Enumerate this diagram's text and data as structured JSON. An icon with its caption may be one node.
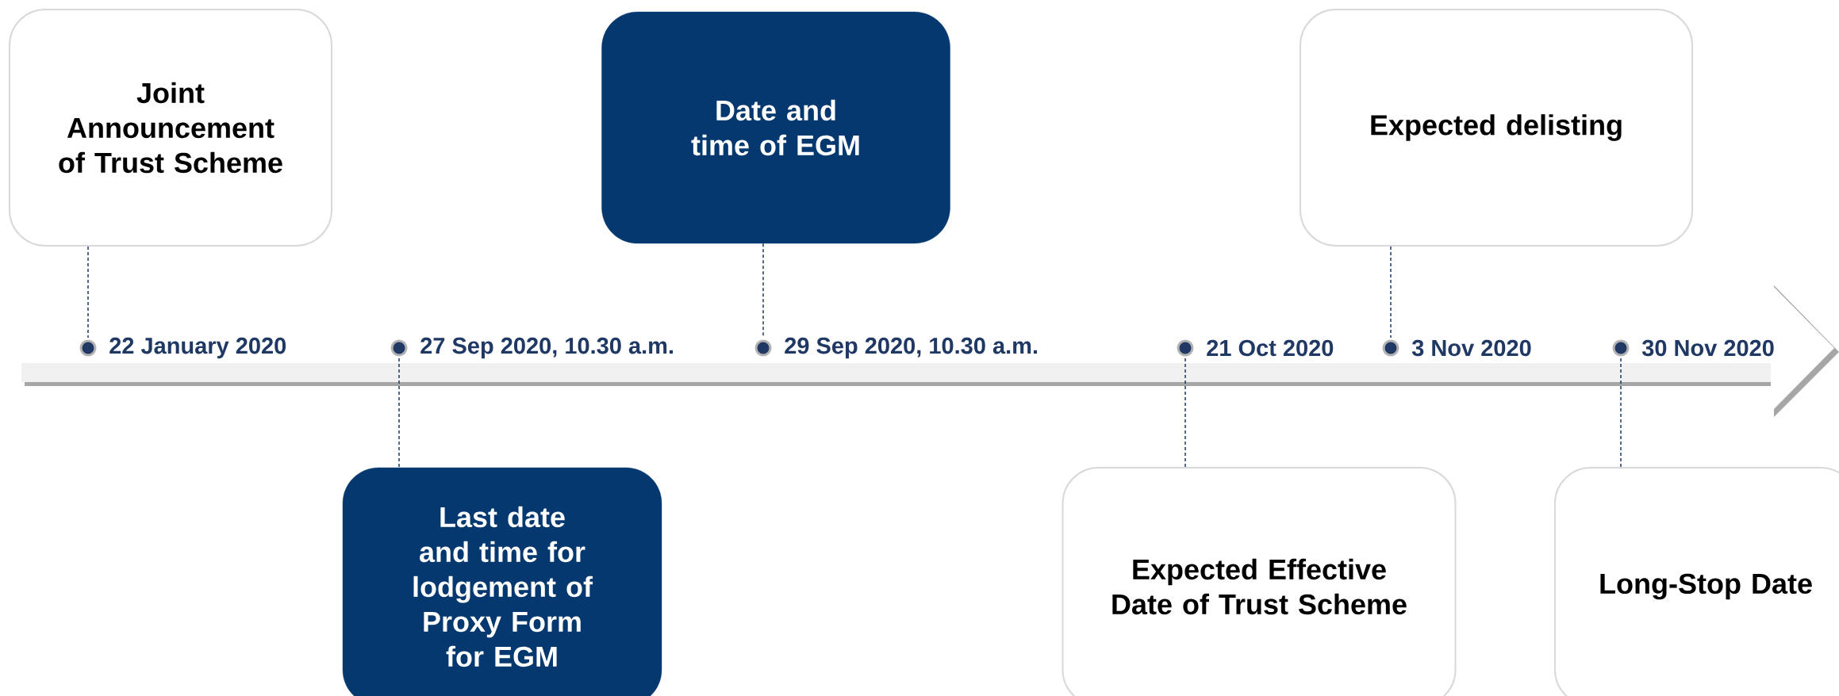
{
  "diagram": {
    "nodes": [
      {
        "text": [
          "Joint Announcement of Trust Scheme"
        ]
      },
      {
        "text": [
          "Date and time of EGM"
        ]
      },
      {
        "text": [
          "Expected delisting"
        ]
      },
      {
        "text": [
          "22 January 2020"
        ]
      },
      {
        "text": [
          "27 Sep 2020, 10.30 a.m."
        ]
      },
      {
        "text": [
          "29 Sep 2020, 10.30 a.m."
        ]
      },
      {
        "text": [
          "21 Oct 2020"
        ]
      },
      {
        "text": [
          "3 Nov 2020"
        ]
      },
      {
        "text": [
          "30 Nov 2020"
        ]
      },
      {
        "text": [
          "Last date and time for lodgement of Proxy Form for EGM"
        ]
      },
      {
        "text": [
          "Expected Effective Date of Trust Scheme"
        ]
      },
      {
        "text": [
          "Long-Stop Date"
        ]
      }
    ],
    "edges": [
      {
        "from": 0,
        "to": 3,
        "arrow": "none",
        "style": "dashed"
      },
      {
        "from": 1,
        "to": 5,
        "arrow": "none",
        "style": "dashed"
      },
      {
        "from": 2,
        "to": 7,
        "arrow": "none",
        "style": "dashed"
      },
      {
        "from": 4,
        "to": 9,
        "arrow": "none",
        "style": "dashed"
      },
      {
        "from": 6,
        "to": 10,
        "arrow": "none",
        "style": "dashed"
      },
      {
        "from": 8,
        "to": 11,
        "arrow": "none",
        "style": "dashed"
      }
    ]
  }
}
